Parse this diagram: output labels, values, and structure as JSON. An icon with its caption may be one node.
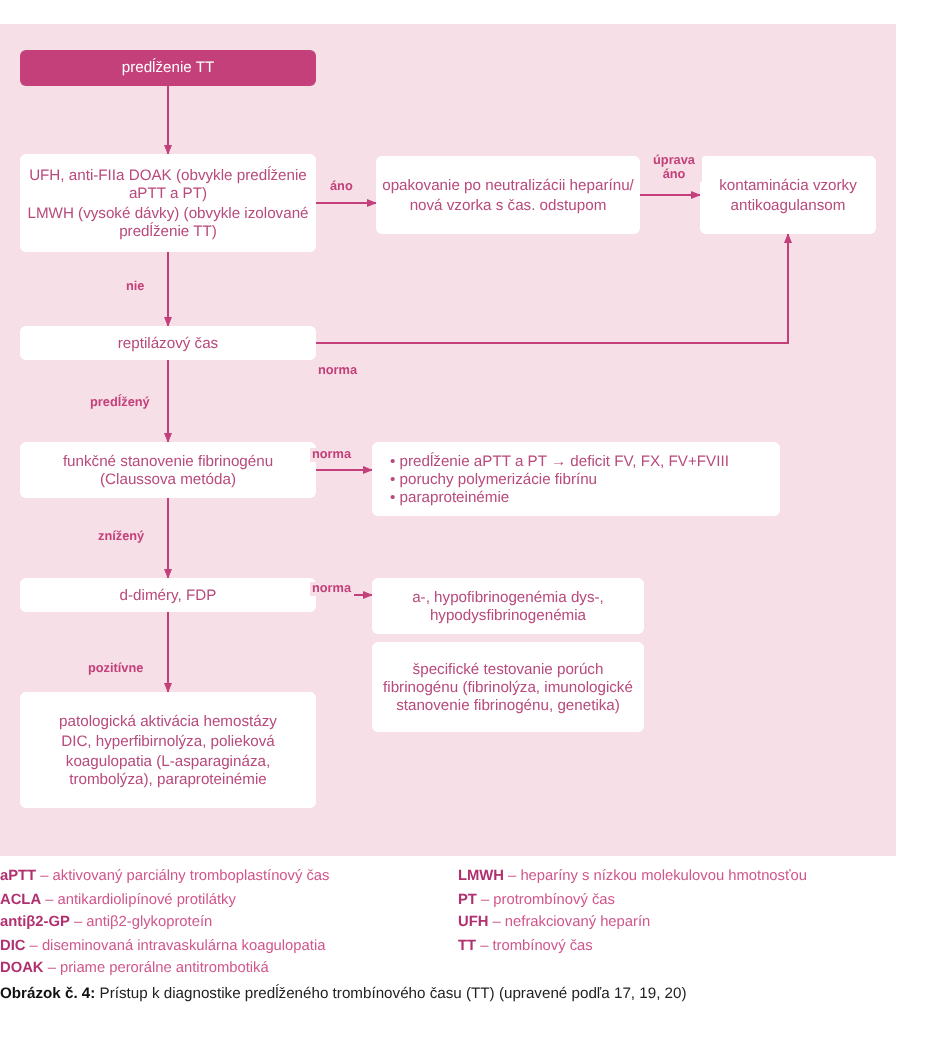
{
  "diagram": {
    "caption": "**Obrázok č. 4:** Prístup k diagnostike predĺženého trombínového času (TT) (upravené podľa 17, 19, 20)",
    "nodes": [
      {
        "text": [
          "predĺženie TT"
        ]
      },
      {
        "text": [
          "UFH, anti-FIIa DOAK (obvykle predĺženie aPTT a PT)",
          "LMWH (vysoké dávky) (obvykle izolované predĺženie TT)"
        ]
      },
      {
        "text": [
          "opakovanie po neutralizácii heparínu/ nová vzorka s čas. odstupom"
        ]
      },
      {
        "text": [
          "kontaminácia vzorky antikoagulansom"
        ]
      },
      {
        "text": [
          "reptilázový čas"
        ]
      },
      {
        "text": [
          "funkčné stanovenie fibrinogénu (Claussova metóda)"
        ]
      },
      {
        "text": [
          "• predĺženie aPTT a PT → deficit FV, FX, FV+FVIII",
          "• poruchy polymerizácie fibrínu",
          "• paraproteinémie"
        ]
      },
      {
        "text": [
          "d-diméry, FDP"
        ]
      },
      {
        "text": [
          "a-, hypofibrinogenémia dys-, hypodysfibrinogenémia"
        ]
      },
      {
        "text": [
          "špecifické testovanie porúch fibrinogénu (fibrinolýza, imunologické stanovenie fibrinogénu, genetika)"
        ]
      },
      {
        "text": [
          "patologická aktivácia hemostázy",
          "DIC, hyperfibirnolýza, polieková koagulopatia (L-asparagináza, trombolýza), paraproteinémie"
        ]
      }
    ],
    "edges": [
      {
        "from": 0,
        "to": 1,
        "arrow": "to"
      },
      {
        "from": 1,
        "to": 2,
        "arrow": "to",
        "label": "áno"
      },
      {
        "from": 2,
        "to": 3,
        "arrow": "to",
        "label": "úprava áno"
      },
      {
        "from": 1,
        "to": 4,
        "arrow": "to",
        "label": "nie"
      },
      {
        "from": 4,
        "to": 3,
        "arrow": "to",
        "label": "norma"
      },
      {
        "from": 4,
        "to": 5,
        "arrow": "to",
        "label": "predĺžený"
      },
      {
        "from": 5,
        "to": 6,
        "arrow": "to",
        "label": "norma"
      },
      {
        "from": 5,
        "to": 7,
        "arrow": "to",
        "label": "znížený"
      },
      {
        "from": 7,
        "to": 8,
        "arrow": "to",
        "label": "norma"
      },
      {
        "from": 7,
        "to": 10,
        "arrow": "to",
        "label": "pozitívne"
      }
    ],
    "labels": [
      "**aPTT** – aktivovaný parciálny tromboplastínový čas",
      "**ACLA** – antikardiolipínové protilátky",
      "**antiβ2-GP** – antiβ2-glykoproteín",
      "**DIC** – diseminovaná intravaskulárna koagulopatia",
      "**DOAK** – priame perorálne antitrombotiká",
      "**LMWH** – heparíny s nízkou molekulovou hmotnosťou",
      "**PT** – protrombínový čas",
      "**UFH** – nefrakciovaný heparín",
      "**TT** – trombínový čas"
    ]
  }
}
